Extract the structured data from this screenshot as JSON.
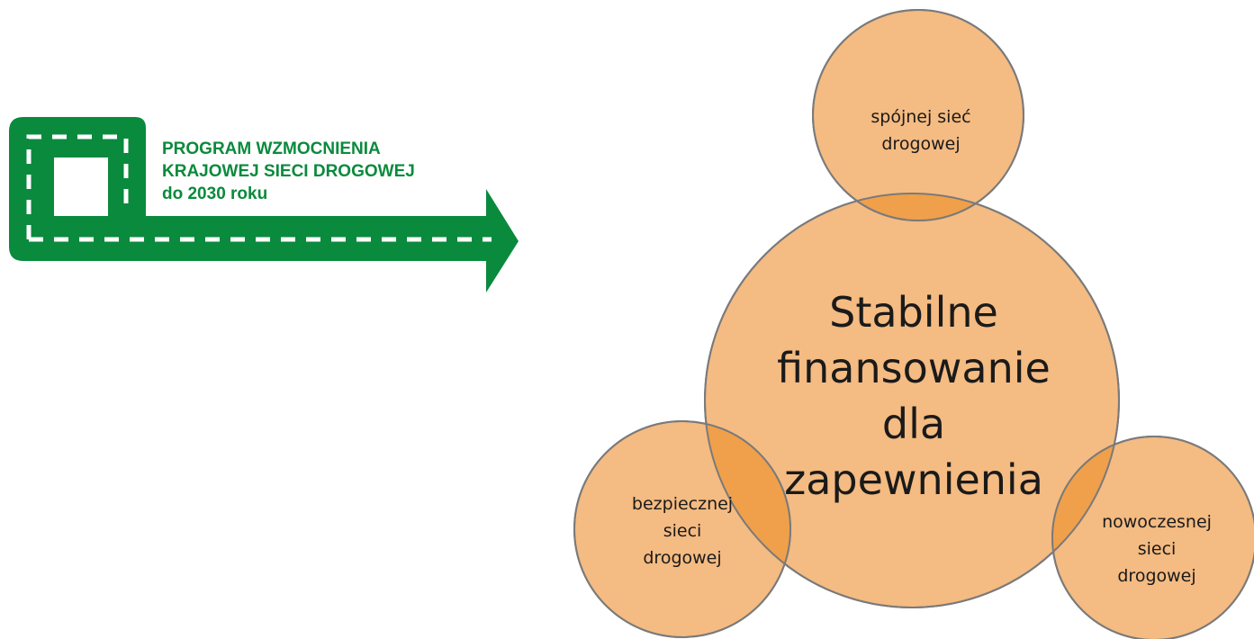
{
  "logo": {
    "line1": "PROGRAM WZMOCNIENIA",
    "line2": "KRAJOWEJ SIECI DROGOWEJ",
    "line3": "do 2030 roku",
    "color": "#0a8a3c",
    "icon": "road-arrow-icon"
  },
  "diagram": {
    "fill_color": "#f4bb82",
    "overlap_color": "#f0a04a",
    "stroke_color": "#7a7a7a",
    "center": {
      "lines": [
        "Stabilne",
        "finansowanie",
        "dla",
        "zapewnienia"
      ]
    },
    "top": {
      "lines": [
        "spójnej sieć",
        "drogowej"
      ]
    },
    "left": {
      "lines": [
        "bezpiecznej",
        "sieci",
        "drogowej"
      ]
    },
    "right": {
      "lines": [
        "nowoczesnej",
        "sieci",
        "drogowej"
      ]
    }
  }
}
